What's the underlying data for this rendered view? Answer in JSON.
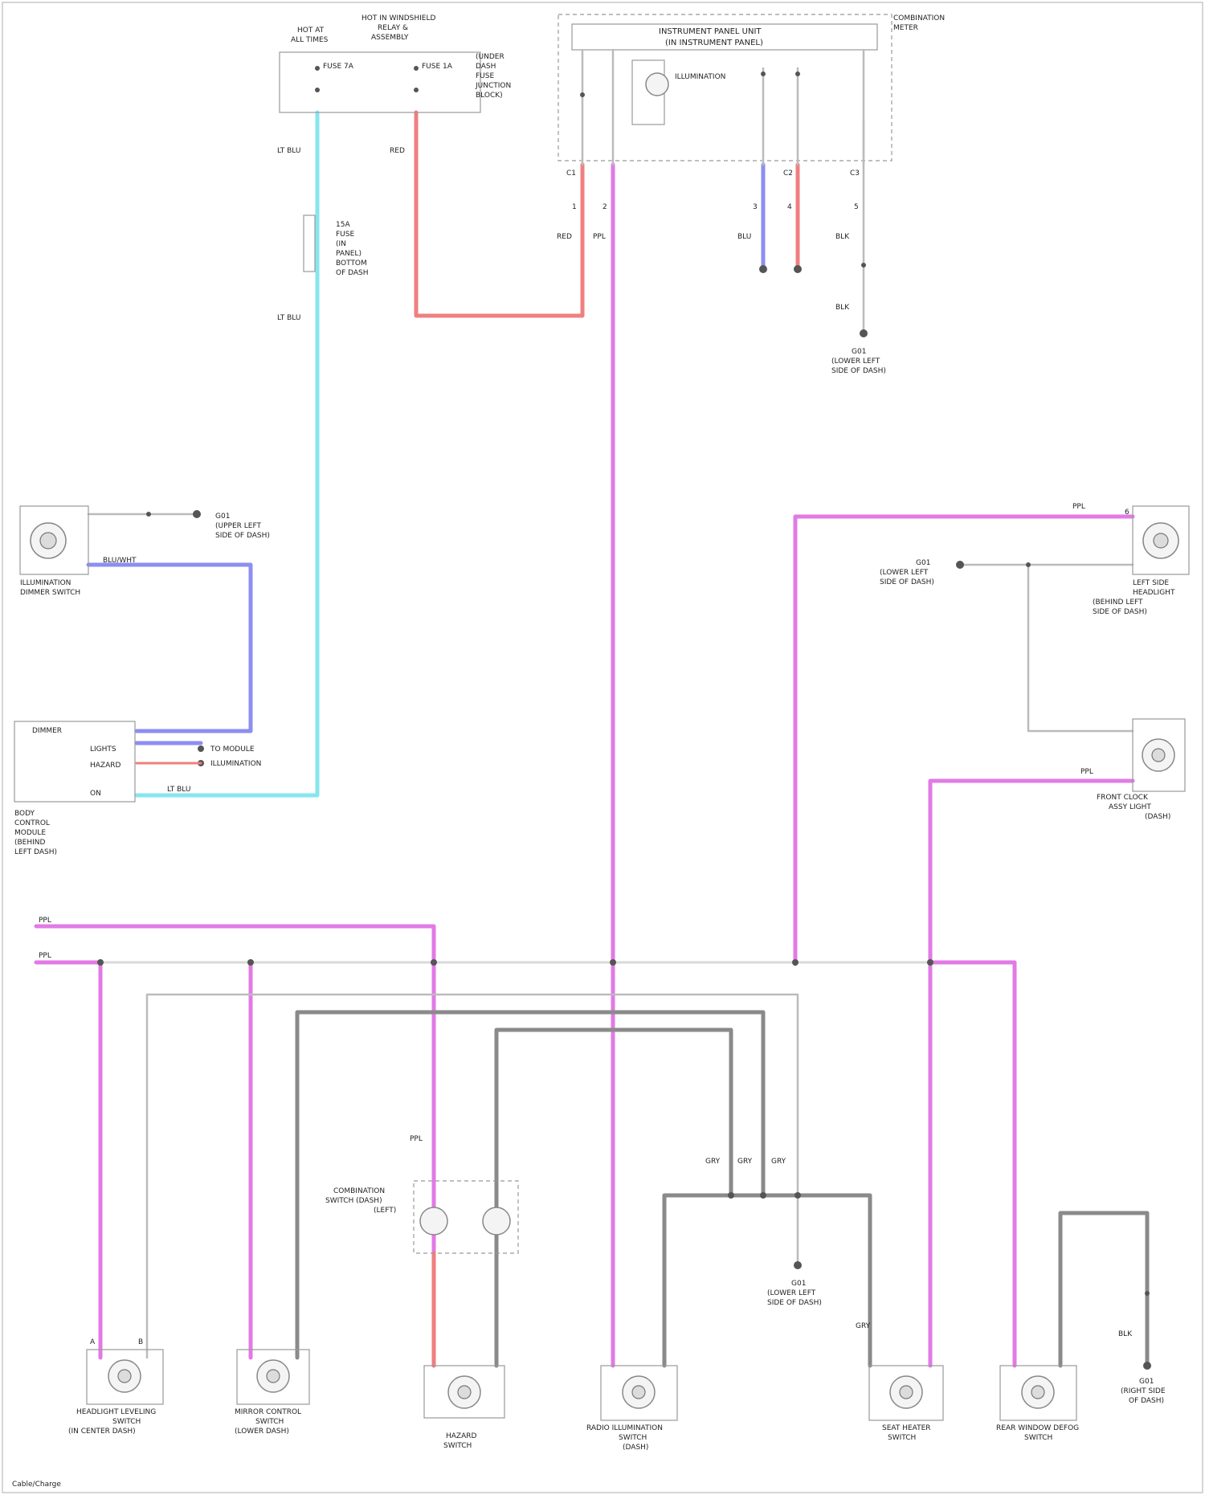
{
  "components": {
    "fuse_box_top": [
      "HOT AT",
      "ALL TIMES",
      "FUSE 7A",
      "FUSE 1A"
    ],
    "fuse_box_title": [
      "HOT IN WINDSHIELD",
      "RELAY &",
      "ASSEMBLY"
    ],
    "fuse_note": [
      "(UNDER",
      "DASH",
      "FUSE",
      "JUNCTION",
      "BLOCK)"
    ],
    "control_unit_title": [
      "INSTRUMENT PANEL UNIT",
      "(IN INSTRUMENT PANEL)"
    ],
    "combination_meter": [
      "COMBINATION",
      "METER"
    ],
    "indicator_label": "ILLUMINATION",
    "inline_fuse": [
      "15A",
      "FUSE",
      "(IN",
      "PANEL)",
      "BOTTOM",
      "OF DASH"
    ],
    "ground_top_right": [
      "G01",
      "(LOWER LEFT",
      "SIDE OF DASH)"
    ],
    "ground_left": [
      "G01",
      "(UPPER LEFT",
      "SIDE OF DASH)"
    ],
    "dimmer_switch": [
      "ILLUMINATION",
      "DIMMER SWITCH"
    ],
    "body_module": [
      "BODY",
      "CONTROL",
      "MODULE",
      "(BEHIND",
      "LEFT DASH)"
    ],
    "body_module_pin_labels": [
      "DIMMER",
      "LIGHTS",
      "HAZARD",
      "ON"
    ],
    "body_module_right": [
      "TO MODULE",
      "ILLUMINATION",
      "DIMMER"
    ],
    "right_connector": [
      "LEFT SIDE",
      "HEADLIGHT",
      "(BEHIND LEFT",
      "SIDE OF DASH)"
    ],
    "right_ground": [
      "G01",
      "(LOWER LEFT",
      "SIDE OF DASH)"
    ],
    "right_lamp": [
      "FRONT CLOCK",
      "ASSY LIGHT",
      "(DASH)"
    ],
    "combination_switch": [
      "COMBINATION",
      "SWITCH (DASH)",
      "(LEFT)"
    ],
    "lower_ground": [
      "G01",
      "(LOWER LEFT",
      "SIDE OF DASH)"
    ],
    "lower_ground_2": [
      "G01",
      "(RIGHT SIDE",
      "OF DASH)"
    ],
    "bottom_components": [
      [
        "HEADLIGHT LEVELING",
        "SWITCH",
        "(IN CENTER DASH)"
      ],
      [
        "MIRROR CONTROL",
        "SWITCH",
        "(LOWER DASH)"
      ],
      [
        "HAZARD",
        "SWITCH"
      ],
      [
        "RADIO ILLUMINATION",
        "SWITCH",
        "(DASH)"
      ],
      [
        "SEAT HEATER",
        "SWITCH"
      ],
      [
        "REAR WINDOW DEFOG",
        "SWITCH"
      ]
    ],
    "footer": "Cable/Charge"
  },
  "wire_labels": {
    "left_top": [
      "LT BLU",
      "LT BLU",
      "LT BLU"
    ],
    "red_top": [
      "RED",
      "RED"
    ],
    "pink": [
      "PPL",
      "PPL",
      "PPL",
      "PPL",
      "PPL",
      "PPL"
    ],
    "gray": [
      "GRY",
      "GRY",
      "GRY",
      "GRY"
    ],
    "blu": [
      "BLU",
      "BLU/WHT"
    ],
    "blk": [
      "BLK",
      "BLK",
      "BLK"
    ]
  },
  "pin_labels": [
    "C1",
    "C2",
    "C3",
    "1",
    "2",
    "3",
    "4",
    "5",
    "6",
    "A",
    "B"
  ],
  "colors": {
    "pink": "#e27ae6",
    "red": "#ef7f7f",
    "cyan": "#86e6ee",
    "blue": "#8c8ef0",
    "gray": "#8a8a8a"
  }
}
